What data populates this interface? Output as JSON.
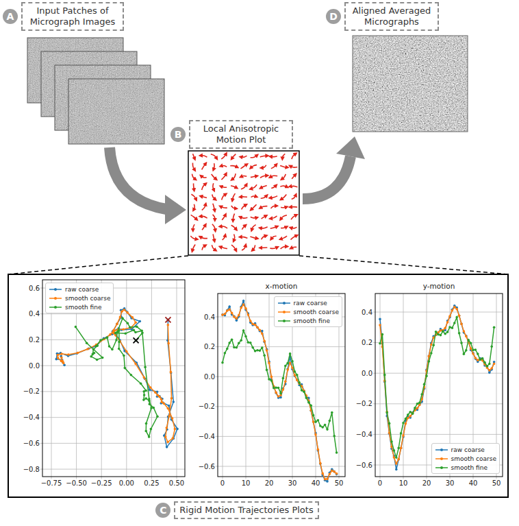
{
  "diagram": {
    "nodes": [
      {
        "text": [
          "A"
        ]
      },
      {
        "text": [
          "Input Patches of Micrograph Images"
        ]
      },
      {
        "text": [
          "D"
        ]
      },
      {
        "text": [
          "Aligned Averaged Micrographs"
        ]
      },
      {
        "text": [
          "B"
        ]
      },
      {
        "text": [
          "Local Anisotropic Motion Plot"
        ]
      },
      {
        "text": [
          "C"
        ]
      },
      {
        "text": [
          "Rigid Motion Trajectories Plots"
        ]
      }
    ],
    "labels": [
      "0.6",
      "0.4",
      "0.2",
      "0.0",
      "−0.2",
      "−0.4",
      "−0.6",
      "−0.8",
      "−0.75",
      "−0.50",
      "−0.25",
      "0.00",
      "0.25",
      "0.50",
      "x-motion",
      "0.4",
      "0.2",
      "0.0",
      "−0.2",
      "−0.4",
      "−0.6",
      "0",
      "10",
      "20",
      "30",
      "40",
      "50",
      "y-motion",
      "0.4",
      "0.2",
      "0.0",
      "−0.2",
      "−0.4",
      "−0.6",
      "0",
      "10",
      "20",
      "30",
      "40",
      "50"
    ],
    "legend": [
      {
        "text": "raw coarse"
      },
      {
        "text": "smooth coarse"
      },
      {
        "text": "smooth fine"
      },
      {
        "text": "raw coarse"
      },
      {
        "text": "smooth coarse"
      },
      {
        "text": "smooth fine"
      },
      {
        "text": "raw coarse"
      },
      {
        "text": "smooth coarse"
      },
      {
        "text": "smooth fine"
      }
    ]
  }
}
